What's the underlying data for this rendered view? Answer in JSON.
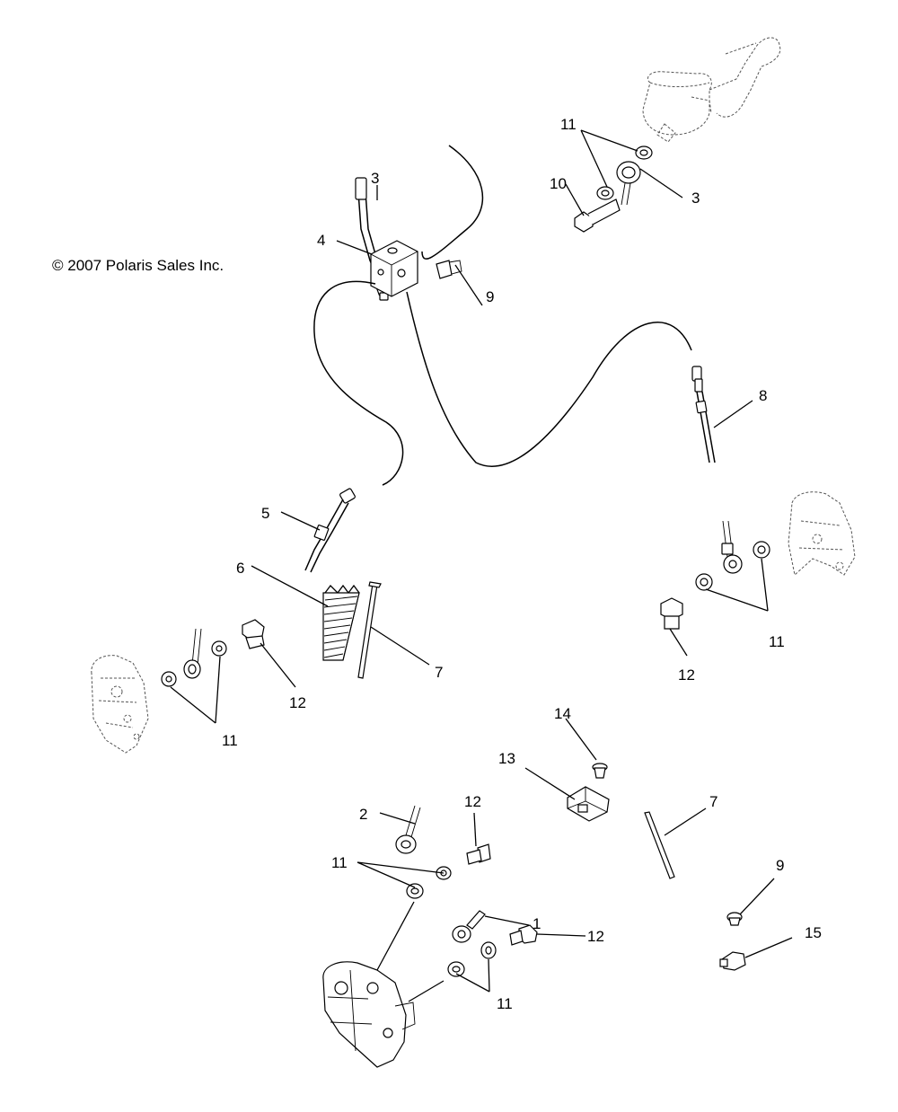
{
  "copyright": "© 2007 Polaris Sales Inc.",
  "callouts": [
    {
      "id": "c3a",
      "text": "3"
    },
    {
      "id": "c11a",
      "text": "11"
    },
    {
      "id": "c10",
      "text": "10"
    },
    {
      "id": "c3b",
      "text": "3"
    },
    {
      "id": "c4",
      "text": "4"
    },
    {
      "id": "c9a",
      "text": "9"
    },
    {
      "id": "c8",
      "text": "8"
    },
    {
      "id": "c5",
      "text": "5"
    },
    {
      "id": "c6",
      "text": "6"
    },
    {
      "id": "c7a",
      "text": "7"
    },
    {
      "id": "c12a",
      "text": "12"
    },
    {
      "id": "c11b",
      "text": "11"
    },
    {
      "id": "c12b",
      "text": "12"
    },
    {
      "id": "c11c",
      "text": "11"
    },
    {
      "id": "c14",
      "text": "14"
    },
    {
      "id": "c13",
      "text": "13"
    },
    {
      "id": "c12c",
      "text": "12"
    },
    {
      "id": "c2",
      "text": "2"
    },
    {
      "id": "c7b",
      "text": "7"
    },
    {
      "id": "c11d",
      "text": "11"
    },
    {
      "id": "c9b",
      "text": "9"
    },
    {
      "id": "c1",
      "text": "1"
    },
    {
      "id": "c12d",
      "text": "12"
    },
    {
      "id": "c15",
      "text": "15"
    },
    {
      "id": "c11e",
      "text": "11"
    }
  ]
}
